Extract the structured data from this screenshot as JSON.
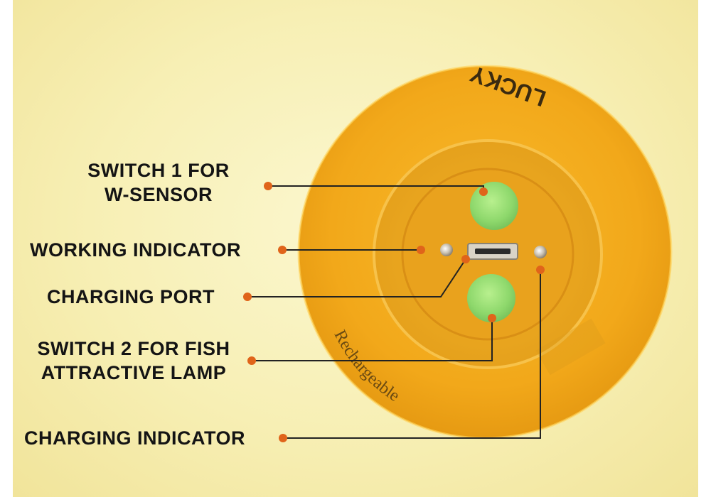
{
  "callouts": {
    "switch1": {
      "line1": "SWITCH 1 FOR",
      "line2": "W-SENSOR"
    },
    "working_indicator": "WORKING INDICATOR",
    "charging_port": "CHARGING PORT",
    "switch2": {
      "line1": "SWITCH 2 FOR FISH",
      "line2": "ATTRACTIVE LAMP"
    },
    "charging_indicator": "CHARGING INDICATOR"
  },
  "device_text": {
    "brand": "LUCKY",
    "rim_text": "Rechargeable"
  },
  "colors": {
    "accent_dot": "#e0641a",
    "device_orange": "#f5b21c",
    "button_green": "#9be07a",
    "background": "#f7efb4"
  }
}
